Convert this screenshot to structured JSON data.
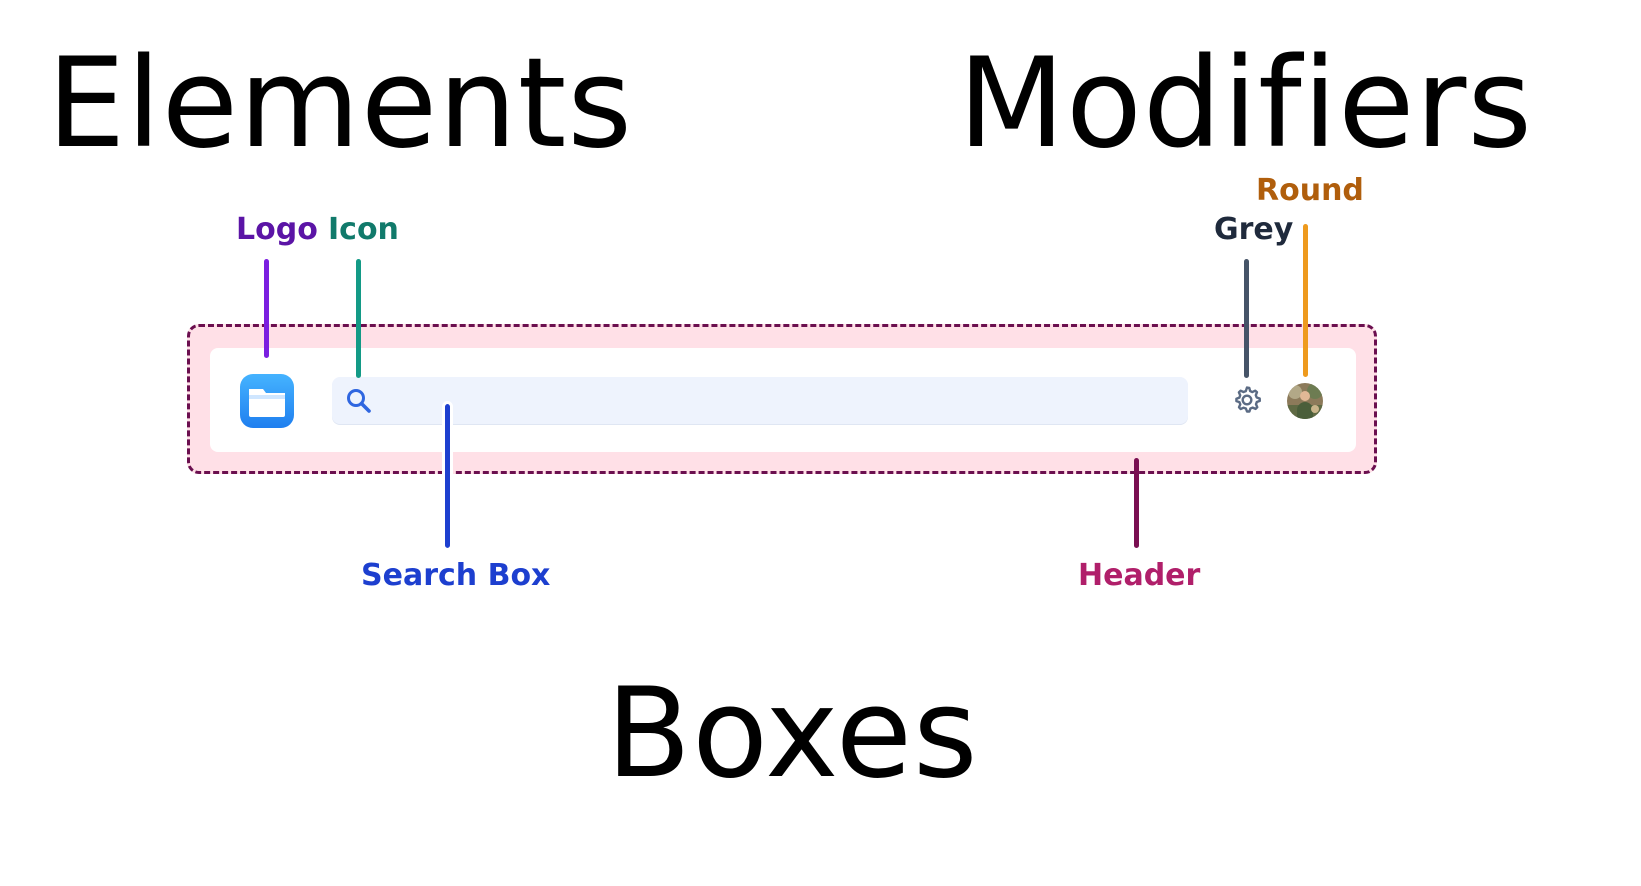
{
  "titles": {
    "elements": "Elements",
    "modifiers": "Modifiers",
    "boxes": "Boxes"
  },
  "labels": {
    "logo": "Logo",
    "icon": "Icon",
    "grey": "Grey",
    "round": "Round",
    "search_box": "Search Box",
    "header": "Header"
  },
  "colors": {
    "logo": "#5b14a6",
    "logo_pointer": "#7b1fe0",
    "icon": "#117a6b",
    "icon_pointer": "#139a86",
    "grey": "#1f2a3c",
    "grey_pointer": "#465468",
    "round": "#b05e0c",
    "round_pointer": "#ee9a1e",
    "search_box": "#1d3fcf",
    "search_pointer": "#1d3fcf",
    "header": "#b01f6a",
    "header_pointer": "#7a0f52",
    "header_fill": "#ffe0e7",
    "header_border": "#6b0f4f",
    "search_fill": "#eef3fd",
    "logo_blue": "#1f8cf5"
  },
  "icons": {
    "logo": "folder-app-icon",
    "search": "magnifier-icon",
    "settings": "gear-icon",
    "avatar": "user-photo-avatar"
  }
}
